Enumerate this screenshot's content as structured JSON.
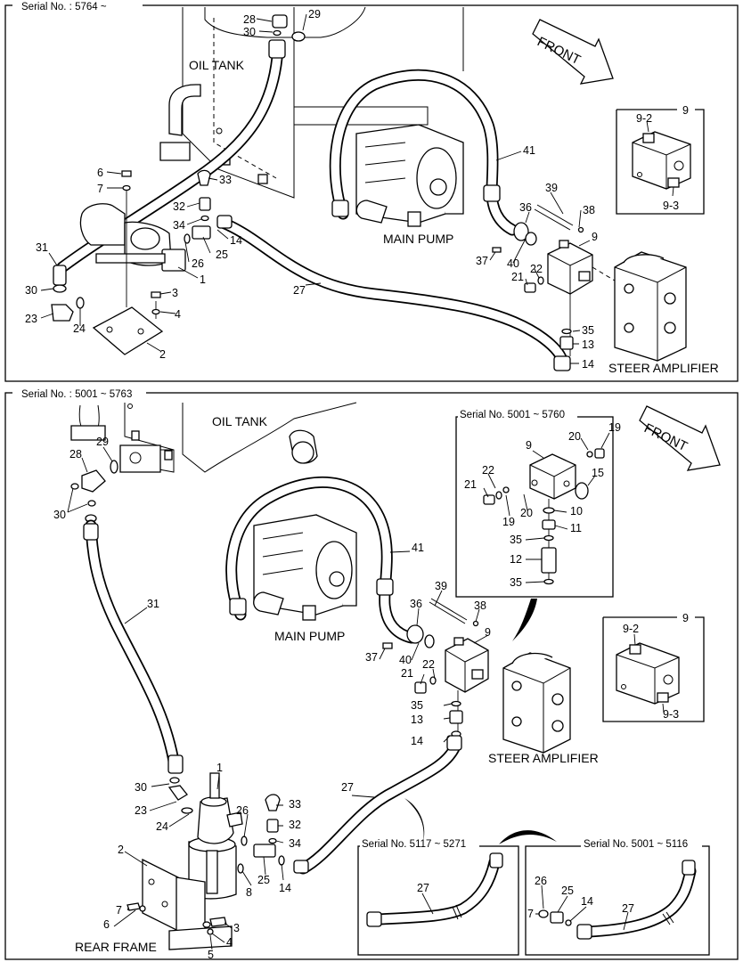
{
  "top": {
    "serial": "Serial No. : 5764 ~",
    "oil_tank": "OIL TANK",
    "main_pump": "MAIN PUMP",
    "steer_amplifier": "STEER AMPLIFIER",
    "front": "FRONT",
    "detail_9_title": "9",
    "detail_9_2": "9-2",
    "detail_9_3": "9-3",
    "callouts": {
      "p28": "28",
      "p29": "29",
      "p30a": "30",
      "p6": "6",
      "p7": "7",
      "p33": "33",
      "p32": "32",
      "p34": "34",
      "p14a": "14",
      "p25": "25",
      "p26": "26",
      "p1": "1",
      "p31": "31",
      "p30b": "30",
      "p23": "23",
      "p24": "24",
      "p3": "3",
      "p4": "4",
      "p2": "2",
      "p27": "27",
      "p41": "41",
      "p39": "39",
      "p38": "38",
      "p36": "36",
      "p9": "9",
      "p37": "37",
      "p40": "40",
      "p22": "22",
      "p21": "21",
      "p35": "35",
      "p13": "13",
      "p14b": "14"
    }
  },
  "bottom": {
    "serial": "Serial No. : 5001 ~ 5763",
    "oil_tank": "OIL TANK",
    "main_pump": "MAIN PUMP",
    "steer_amplifier": "STEER AMPLIFIER",
    "rear_frame": "REAR FRAME",
    "front": "FRONT",
    "inset_a_serial": "Serial No. 5001 ~ 5760",
    "inset_b_serial": "Serial No. 5117 ~ 5271",
    "inset_c_serial": "Serial No. 5001 ~ 5116",
    "detail_9_title": "9",
    "detail_9_2": "9-2",
    "detail_9_3": "9-3",
    "callouts": {
      "p28": "28",
      "p29": "29",
      "p30a": "30",
      "p31": "31",
      "p41": "41",
      "p39": "39",
      "p38": "38",
      "p36": "36",
      "p9": "9",
      "p37": "37",
      "p40": "40",
      "p22": "22",
      "p21": "21",
      "p35": "35",
      "p13": "13",
      "p14a": "14",
      "p27": "27",
      "p1": "1",
      "p30b": "30",
      "p23": "23",
      "p24": "24",
      "p26": "26",
      "p33": "33",
      "p32": "32",
      "p34": "34",
      "p25": "25",
      "p14b": "14",
      "p8": "8",
      "p2": "2",
      "p7": "7",
      "p6": "6",
      "p3": "3",
      "p4": "4",
      "p5": "5"
    },
    "inset_a": {
      "p9": "9",
      "p20a": "20",
      "p19a": "19",
      "p22": "22",
      "p21": "21",
      "p15": "15",
      "p19b": "19",
      "p20b": "20",
      "p10": "10",
      "p11": "11",
      "p35a": "35",
      "p12": "12",
      "p35b": "35"
    },
    "inset_b": {
      "p27": "27"
    },
    "inset_c": {
      "p26": "26",
      "p25": "25",
      "p14": "14",
      "p7": "7",
      "p27": "27"
    }
  }
}
